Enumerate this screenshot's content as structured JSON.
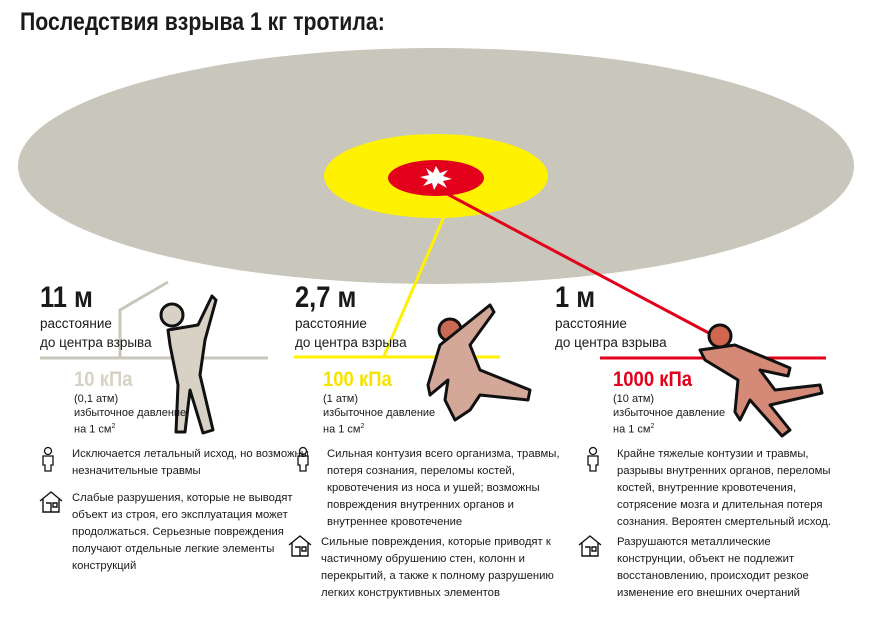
{
  "title": "Последствия взрыва 1 кг тротила:",
  "zones": [
    {
      "distance": "11 м",
      "distance_label_1": "расстояние",
      "distance_label_2": "до центра взрыва",
      "pressure": "10 кПа",
      "atm": "(0,1 атм)",
      "pressure_label": "избыточное давление",
      "per_area": "на 1 см",
      "sup": "2",
      "color": "#d6d2c4",
      "people": "Исключается летальный исход, но возможны незначительные травмы",
      "buildings": "Слабые разрушения, которые не выводят объект из строя, его эксплуатация может продолжаться. Серьезные повреждения получают отдельные легкие элементы конструкций"
    },
    {
      "distance": "2,7 м",
      "distance_label_1": "расстояние",
      "distance_label_2": "до центра взрыва",
      "pressure": "100 кПа",
      "atm": "(1 атм)",
      "pressure_label": "избыточное давление",
      "per_area": "на 1 см",
      "sup": "2",
      "color": "#f5e400",
      "people": "Сильная контузия всего организма, травмы, потеря сознания, переломы костей, кровотечения из носа и ушей; возможны повреждения внутренних органов и внутреннее кровотечение",
      "buildings": "Сильные повреждения, которые приводят к частичному обрушению стен, колонн и перекрытий, а также к полному разрушению легких конструктивных элементов"
    },
    {
      "distance": "1 м",
      "distance_label_1": "расстояние",
      "distance_label_2": "до центра взрыва",
      "pressure": "1000 кПа",
      "atm": "(10 атм)",
      "pressure_label": "избыточное давление",
      "per_area": "на 1 см",
      "sup": "2",
      "color": "#e3001b",
      "people": "Крайне тяжелые контузии и травмы, разрывы внутренних органов, переломы костей, внутренние кровотечения, сотрясение мозга и длительная потеря сознания. Вероятен смертельный исход.",
      "buildings": "Разрушаются металлические конструнции, объект не подлежит восстановлению, происходит резкое изменение его внешних очертаний"
    }
  ]
}
